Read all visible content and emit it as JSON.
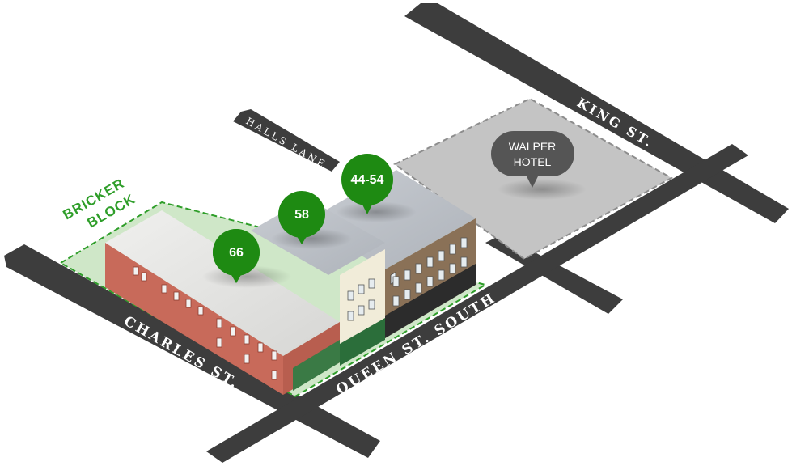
{
  "streets": {
    "king": "KING ST.",
    "halls_lane": "HALLS LANE",
    "charles": "CHARLES  ST.",
    "queen": "QUEEN ST. SOUTH"
  },
  "area_label": {
    "line1": "BRICKER",
    "line2": "BLOCK"
  },
  "pins": [
    {
      "label": "66"
    },
    {
      "label": "58"
    },
    {
      "label": "44-54"
    }
  ],
  "hotel": {
    "line1": "WALPER",
    "line2": "HOTEL"
  },
  "colors": {
    "road": "#3d3d3d",
    "pin_green": "#1e8a12",
    "block_green": "#2f9e2a",
    "hotel_pin": "#555555",
    "lot_gray": "#c4c4c4",
    "brick": "#c86a5a"
  },
  "icons": {
    "pin": "map-pin-icon",
    "hotel_pin": "speech-pin-icon"
  }
}
